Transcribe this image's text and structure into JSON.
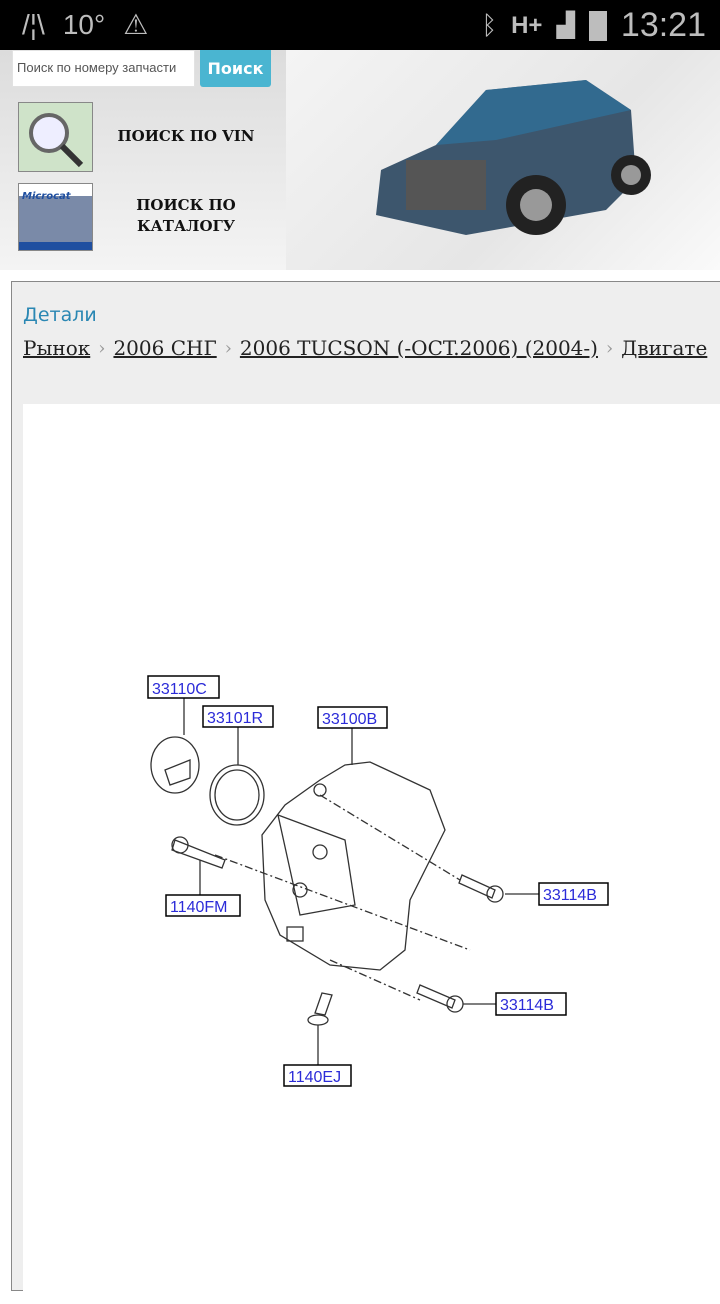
{
  "status_bar": {
    "temperature": "10°",
    "network": "H+",
    "time": "13:21"
  },
  "header": {
    "search_placeholder": "Поиск по номеру запчасти",
    "search_button": "Поиск",
    "vin_search": "ПОИСК ПО VIN",
    "catalog_search_line1": "ПОИСК ПО",
    "catalog_search_line2": "КАТАЛОГУ",
    "catalog_logo": "Microcat"
  },
  "content": {
    "section_title": "Детали",
    "breadcrumbs": [
      "Рынок",
      "2006 СНГ",
      "2006 TUCSON (-OCT.2006) (2004-)",
      "Двигате"
    ],
    "accent_color": "#2a87b3"
  },
  "diagram": {
    "callouts": [
      "33110C",
      "33101R",
      "33100B",
      "1140FM",
      "33114B",
      "33114B",
      "1140EJ"
    ]
  }
}
